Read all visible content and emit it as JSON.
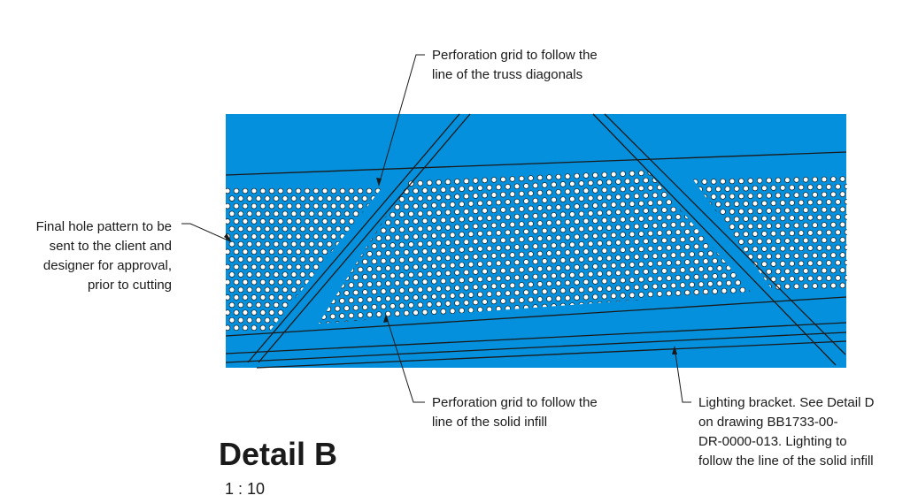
{
  "panel": {
    "fill_color": "#0490dc",
    "line_color": "#1a1a1a",
    "hole_color": "#ffffff"
  },
  "callouts": {
    "truss_diagonals": "Perforation grid to follow the\nline of the truss diagonals",
    "hole_pattern": "Final hole pattern to be\nsent to the client and\ndesigner for approval,\nprior to cutting",
    "solid_infill": "Perforation grid to follow the\nline of the solid infill",
    "lighting_bracket": "Lighting bracket. See Detail D\non drawing BB1733-00-\nDR-0000-013. Lighting to\nfollow the line of the solid infill"
  },
  "detail": {
    "title": "Detail B",
    "scale": "1 : 10"
  }
}
